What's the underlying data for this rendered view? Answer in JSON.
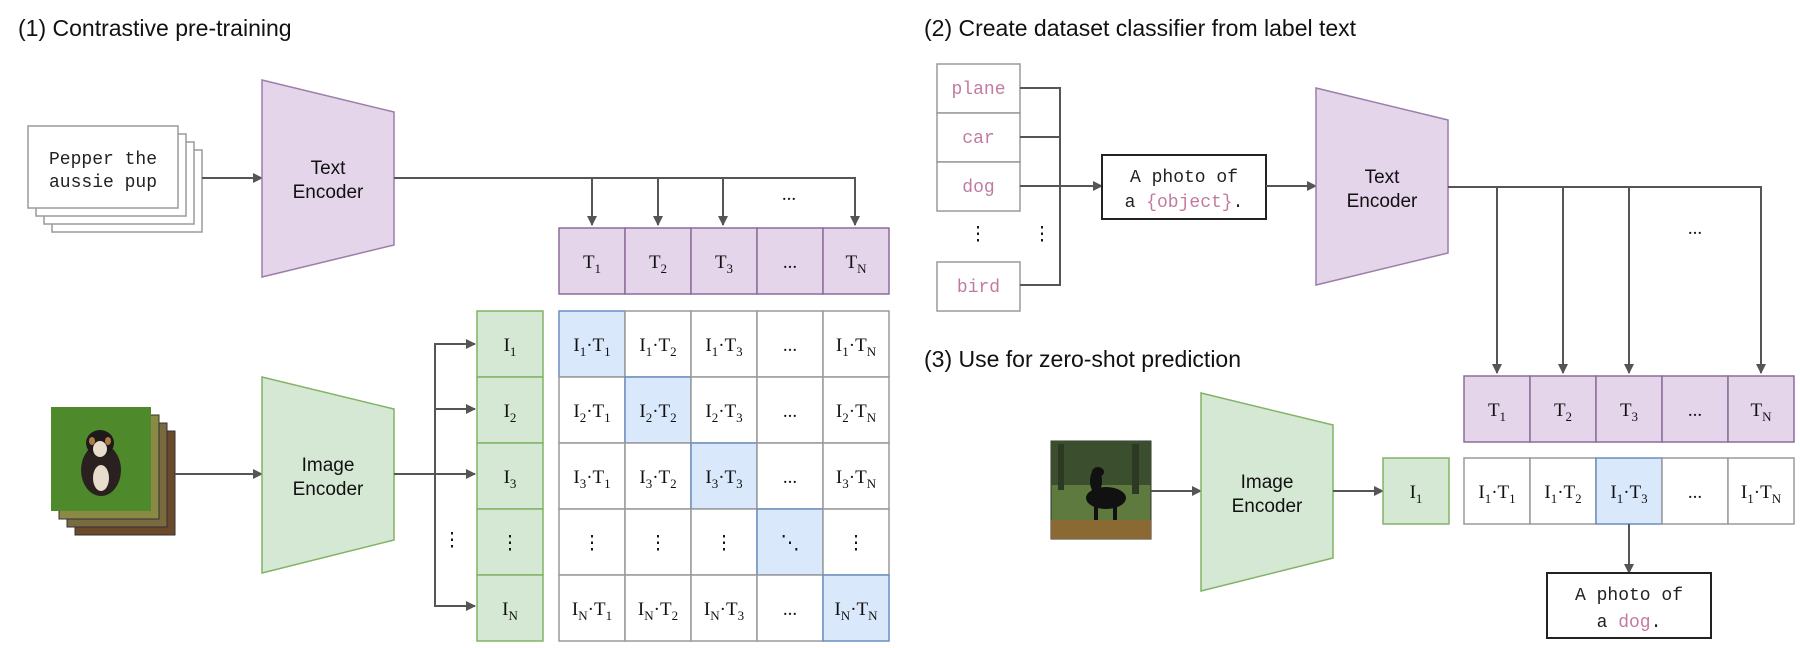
{
  "panel1": {
    "title": "(1) Contrastive pre-training",
    "caption_line1": "Pepper the",
    "caption_line2": "aussie pup",
    "text_encoder": [
      "Text",
      "Encoder"
    ],
    "image_encoder": [
      "Image",
      "Encoder"
    ],
    "t_labels": [
      "T1",
      "T2",
      "T3",
      "...",
      "TN"
    ],
    "i_labels": [
      "I1",
      "I2",
      "I3",
      "⋮",
      "IN"
    ],
    "top_ellipsis": "...",
    "side_ellipsis": "⋮"
  },
  "panel2": {
    "title": "(2) Create dataset classifier from label text",
    "labels": [
      "plane",
      "car",
      "dog",
      "bird"
    ],
    "left_vdots": "⋮",
    "right_vdots": "⋮",
    "template_line1": "A photo of",
    "template_line2_prefix": "a ",
    "template_placeholder": "{object}",
    "template_suffix": ".",
    "text_encoder": [
      "Text",
      "Encoder"
    ],
    "top_ellipsis": "..."
  },
  "panel3": {
    "title": "(3) Use for zero-shot prediction",
    "image_encoder": [
      "Image",
      "Encoder"
    ],
    "i1": "I1",
    "t_labels": [
      "T1",
      "T2",
      "T3",
      "...",
      "TN"
    ],
    "result_line1": "A photo of",
    "result_line2_prefix": "a ",
    "result_word": "dog",
    "result_suffix": "."
  },
  "colors": {
    "purple_fill": "#e4d5ea",
    "green_fill": "#d5e8d4",
    "blue_fill": "#dae8fc",
    "pink_text": "#c27ba0"
  }
}
